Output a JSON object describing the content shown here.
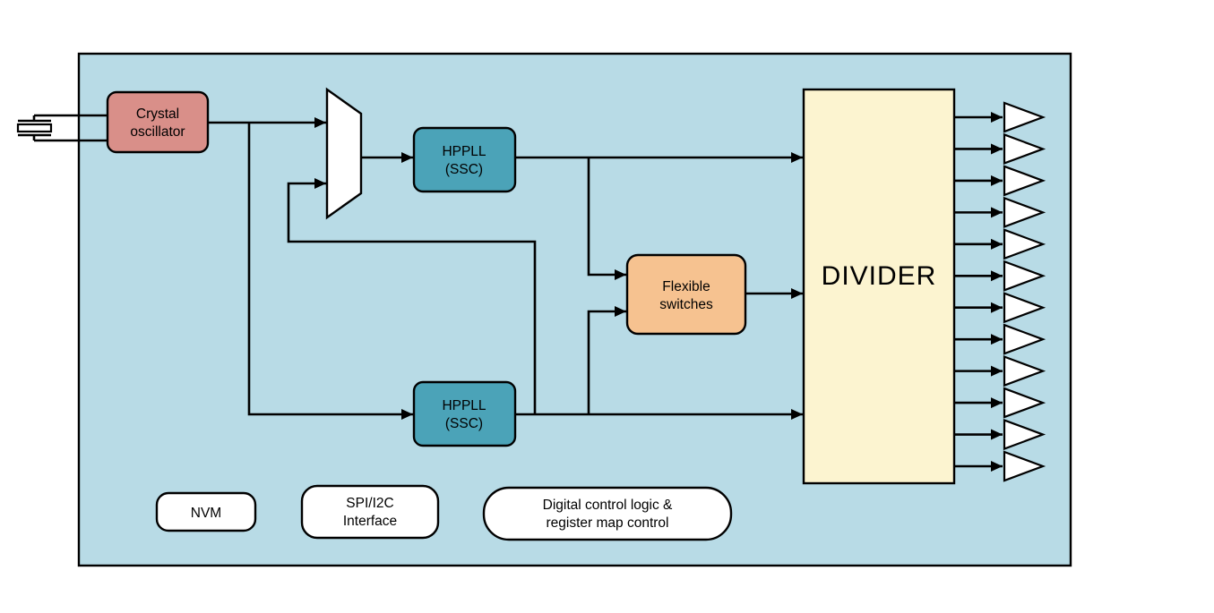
{
  "diagram": {
    "chip_fill": "#b8dbe6",
    "blocks": {
      "crystal_oscillator": {
        "line1": "Crystal",
        "line2": "oscillator",
        "fill": "#d98f89"
      },
      "hppll_top": {
        "line1": "HPPLL",
        "line2": "(SSC)",
        "fill": "#4ba3b8"
      },
      "hppll_bottom": {
        "line1": "HPPLL",
        "line2": "(SSC)",
        "fill": "#4ba3b8"
      },
      "flexible_switches": {
        "line1": "Flexible",
        "line2": "switches",
        "fill": "#f6c290"
      },
      "divider": {
        "label": "DIVIDER",
        "fill": "#fcf4d0"
      },
      "nvm": {
        "label": "NVM",
        "fill": "#ffffff"
      },
      "spi_i2c": {
        "line1": "SPI/I2C",
        "line2": "Interface",
        "fill": "#ffffff"
      },
      "digital_control": {
        "line1": "Digital control logic &",
        "line2": "register map control",
        "fill": "#ffffff"
      }
    },
    "outputs": {
      "count": 12
    }
  }
}
